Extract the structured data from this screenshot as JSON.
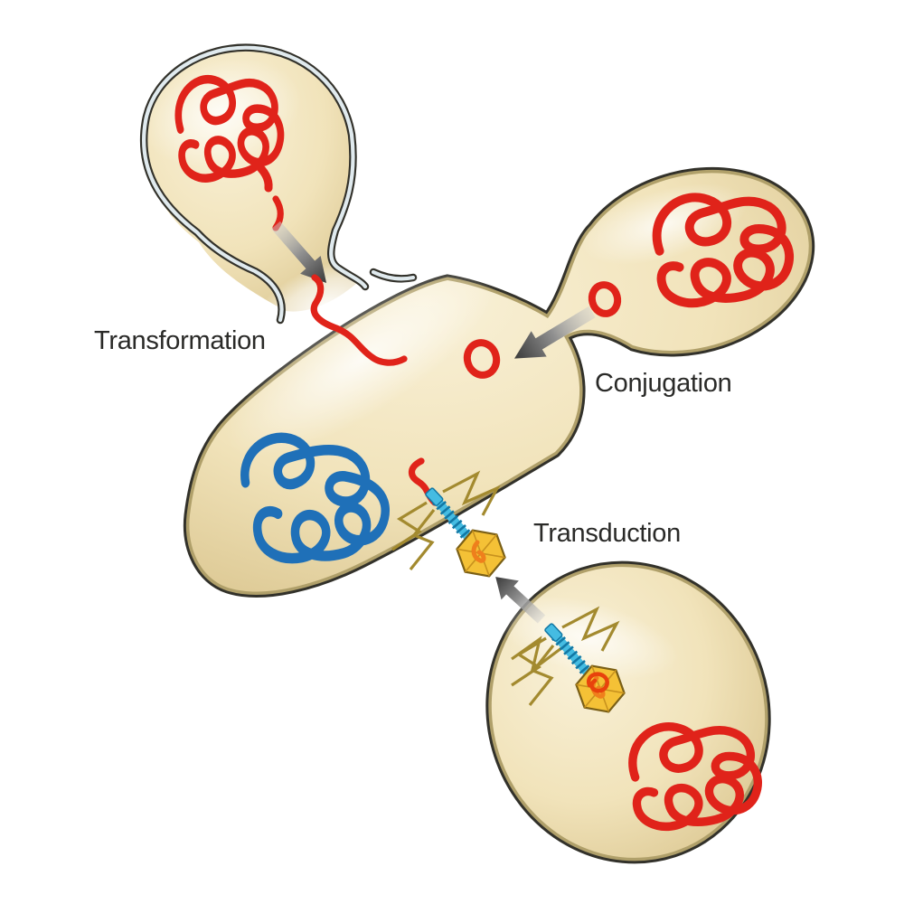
{
  "figure": {
    "labels": {
      "transformation": "Transformation",
      "conjugation": "Conjugation",
      "transduction": "Transduction"
    }
  },
  "colors": {
    "cell_fill": "#f1e3ba",
    "cell_fill_light": "#f9f1d8",
    "cell_fill_edge": "#d9c48d",
    "cell_wall_band": "#b0a06a",
    "cell_outline": "#32312a",
    "lysed_wall_band": "#e0eaee",
    "dna_red": "#e0231a",
    "dna_blue": "#1f70b8",
    "phage_head": "#f4c136",
    "phage_facet": "#c8921e",
    "phage_outline": "#7a5f16",
    "phage_tail": "#45bce2",
    "phage_tail_dark": "#1278a5",
    "phage_fiber": "#a38a2f",
    "phage_dna": "#ef7f1c",
    "arrow_dark": "#3a3a3a",
    "arrow_light": "#cfcfcf",
    "label_color": "#2a2a28"
  }
}
